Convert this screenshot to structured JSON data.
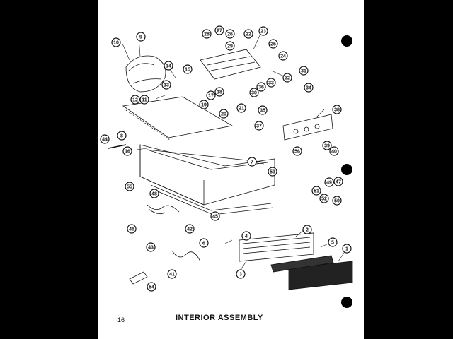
{
  "page": {
    "title": "INTERIOR ASSEMBLY",
    "page_number": "16"
  },
  "callouts": [
    "1",
    "2",
    "3",
    "4",
    "5",
    "6",
    "7",
    "8",
    "9",
    "10",
    "11",
    "12",
    "13",
    "14",
    "15",
    "16",
    "17",
    "18",
    "19",
    "20",
    "21",
    "22",
    "23",
    "24",
    "25",
    "26",
    "27",
    "28",
    "29",
    "30",
    "31",
    "32",
    "33",
    "34",
    "35",
    "36",
    "37",
    "38",
    "39",
    "40",
    "41",
    "42",
    "43",
    "44",
    "45",
    "46",
    "47",
    "48",
    "49",
    "50",
    "51",
    "52",
    "53",
    "54",
    "55",
    "56"
  ],
  "colors": {
    "ink": "#111111",
    "paper": "#ffffff",
    "surround": "#000000"
  }
}
